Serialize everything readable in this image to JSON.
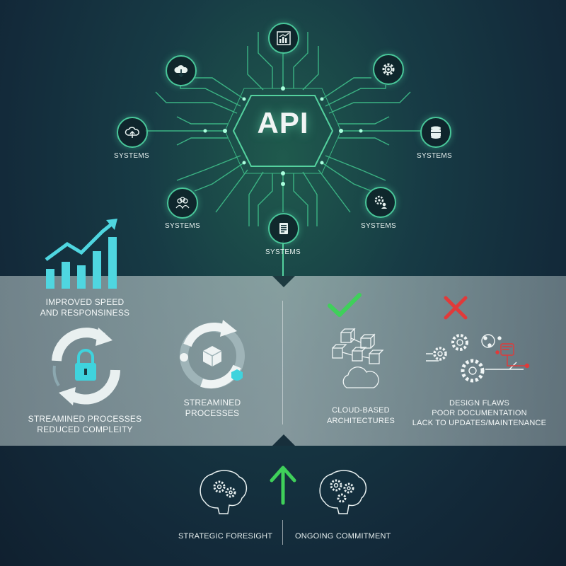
{
  "hub": {
    "label": "API"
  },
  "systems": {
    "left_label": "SYSTEMS",
    "right_label": "SYSTEMS",
    "lower_left_label": "SYSTEMS",
    "lower_right_label": "SYSTEMS",
    "bottom_label": "SYSTEMS"
  },
  "icons": {
    "top": "bar-chart-icon",
    "upper_left": "cloud-download-icon",
    "upper_right": "gear-icon",
    "left": "cloud-upload-icon",
    "right": "database-icon",
    "lower_left": "team-icon",
    "lower_right": "gear-user-icon",
    "bottom": "document-stack-icon"
  },
  "benefits": {
    "speed_line1": "IMPROVED SPEED",
    "speed_line2": "AND RESPONSINESS",
    "process_line1": "STREAMINED PROCESSES",
    "process_line2": "REDUCED COMPLEITY",
    "streamined_line1": "STREAMINED",
    "streamined_line2": "PROCESSES"
  },
  "pros": {
    "line1": "CLOUD-BASED",
    "line2": "ARCHITECTURES"
  },
  "cons": {
    "line1": "DESIGN FLAWS",
    "line2": "POOR DOCUMENTATION",
    "line3": "LACK TO UPDATES/MAINTENANCE"
  },
  "bottom": {
    "left_label": "STRATEGIC FORESIGHT",
    "right_label": "ONGOING COMMITMENT"
  },
  "colors": {
    "accent_green": "#49c79a",
    "check_green": "#3fd05a",
    "cross_red": "#e03a3a",
    "cyan": "#4fd6e0"
  }
}
